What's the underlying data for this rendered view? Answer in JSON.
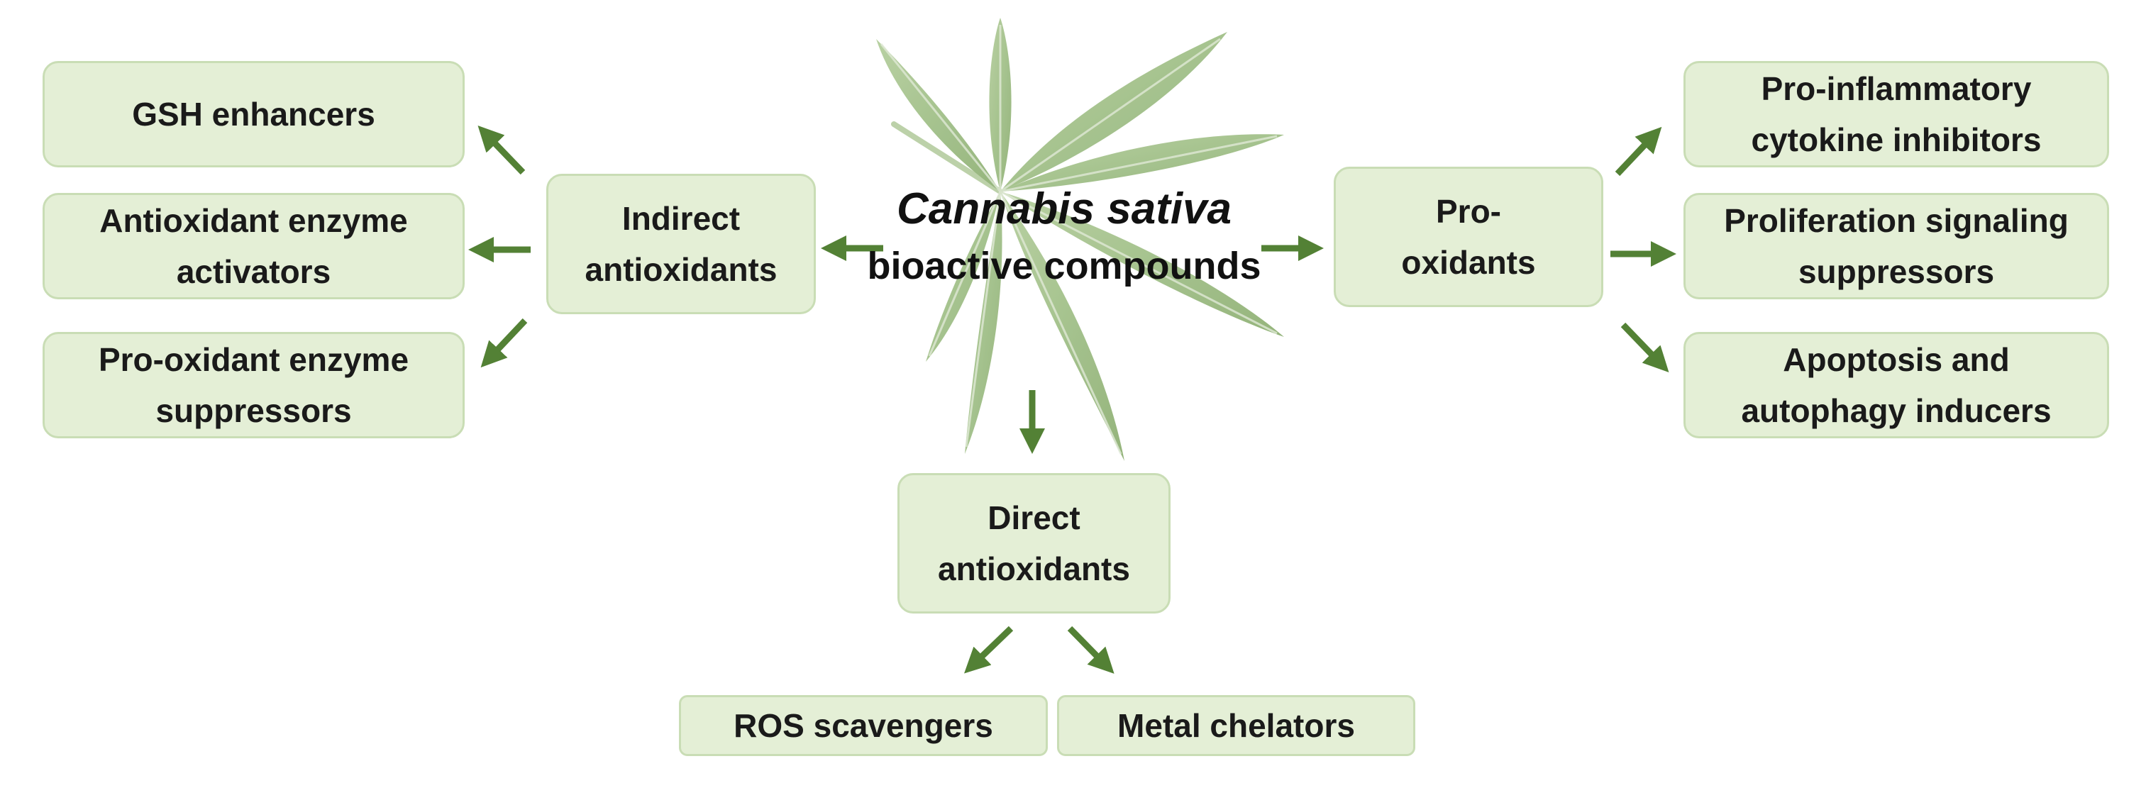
{
  "center": {
    "line1": "Cannabis sativa",
    "line2": "bioactive compounds",
    "icon": "cannabis-leaf-icon"
  },
  "indirect": {
    "line1": "Indirect",
    "line2": "antioxidants",
    "children": [
      {
        "line1": "GSH enhancers"
      },
      {
        "line1": "Antioxidant enzyme",
        "line2": "activators"
      },
      {
        "line1": "Pro-oxidant enzyme",
        "line2": "suppressors"
      }
    ]
  },
  "pro_oxidants": {
    "line1": "Pro-",
    "line2": "oxidants",
    "children": [
      {
        "line1": "Pro-inflammatory",
        "line2": "cytokine inhibitors"
      },
      {
        "line1": "Proliferation signaling",
        "line2": "suppressors"
      },
      {
        "line1": "Apoptosis and",
        "line2": "autophagy inducers"
      }
    ]
  },
  "direct": {
    "line1": "Direct",
    "line2": "antioxidants",
    "children": [
      {
        "line1": "ROS scavengers"
      },
      {
        "line1": "Metal chelators"
      }
    ]
  },
  "colors": {
    "box_fill": "#e4efd6",
    "box_border": "#c9ddb5",
    "arrow": "#538135",
    "leaf": "#9fbd86"
  }
}
